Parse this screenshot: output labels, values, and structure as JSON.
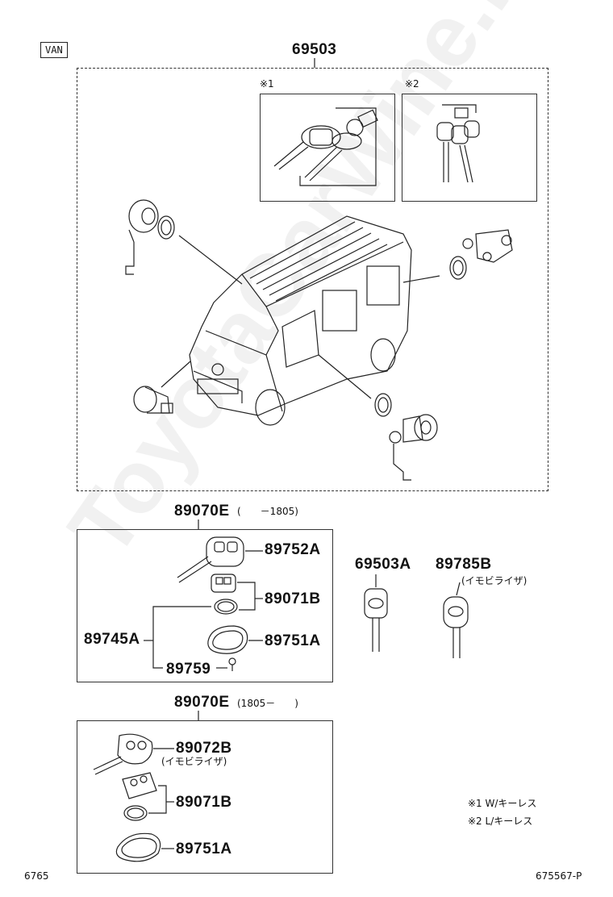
{
  "header": {
    "van_tag": "VAN",
    "main_part": "69503"
  },
  "key_sets": {
    "note1_mark": "※1",
    "note2_mark": "※2"
  },
  "section_a": {
    "title": "89070E",
    "range": "(　　－1805)",
    "parts": {
      "p89752A": "89752A",
      "p89071B": "89071B",
      "p89745A": "89745A",
      "p89751A": "89751A",
      "p89759": "89759"
    }
  },
  "loose_parts": {
    "p69503A": "69503A",
    "p89785B": "89785B",
    "p89785B_note": "(イモビライザ)"
  },
  "section_b": {
    "title": "89070E",
    "range": "(1805－　　)",
    "parts": {
      "p89072B": "89072B",
      "p89072B_note": "(イモビライザ)",
      "p89071B": "89071B",
      "p89751A": "89751A"
    }
  },
  "legend": {
    "line1": "※1 W/キーレス",
    "line2": "※2 L/キーレス"
  },
  "footer": {
    "left_code": "6765",
    "right_code": "675567-P"
  },
  "watermark": "ToyotaCarWine.ru"
}
